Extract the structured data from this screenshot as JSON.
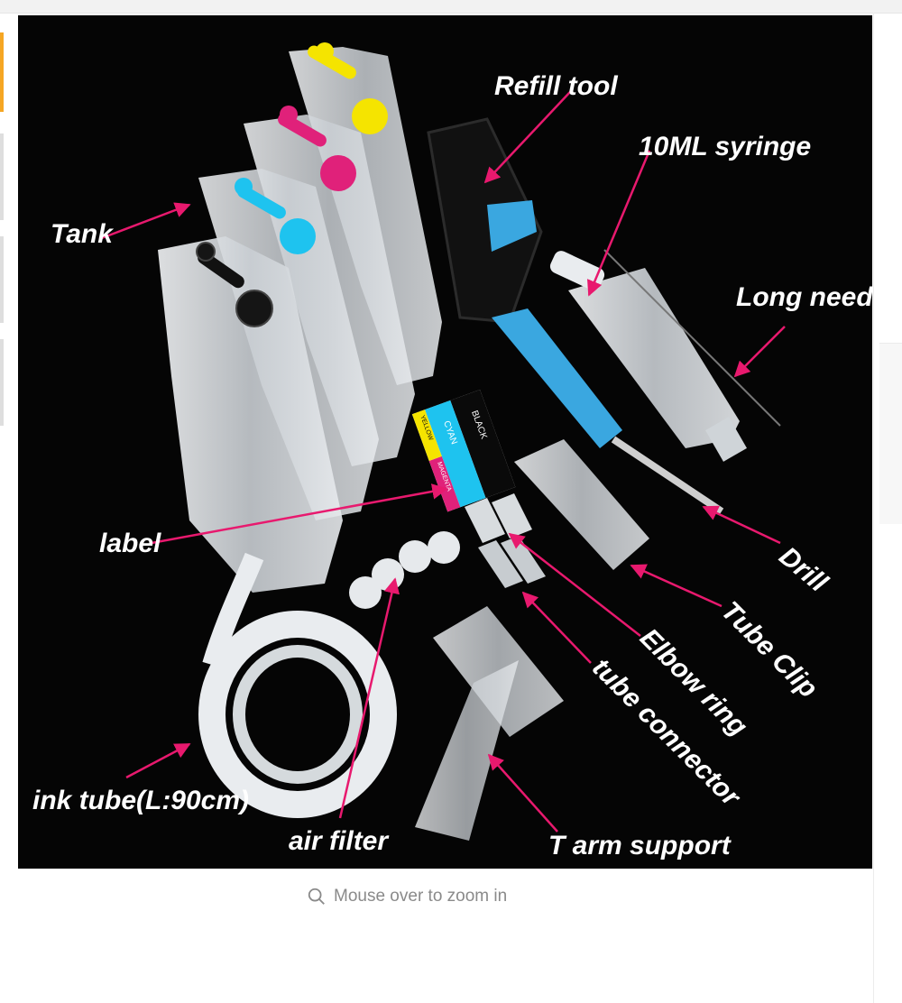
{
  "photo": {
    "labels": {
      "refill_tool": "Refill tool",
      "syringe": "10ML syringe",
      "tank": "Tank",
      "long_needle": "Long needle",
      "label": "label",
      "drill": "Drill",
      "tube_clip": "Tube Clip",
      "elbow_ring": "Elbow ring",
      "tube_connector": "tube connector",
      "ink_tube": "ink tube(L:90cm)",
      "air_filter": "air filter",
      "t_arm_support": "T arm support"
    },
    "sticker": {
      "black": "BLACK",
      "cyan": "CYAN",
      "magenta": "MAGENTA",
      "yellow": "YELLOW"
    }
  },
  "zoom_hint": {
    "icon": "search-icon",
    "text": "Mouse over to zoom in"
  },
  "colors": {
    "arrow": "#e8196e",
    "yellow": "#f5e400",
    "magenta": "#e0217a",
    "cyan": "#1ec3ef",
    "blue_part": "#3aa7e0",
    "accent_thumb": "#f5a623"
  }
}
